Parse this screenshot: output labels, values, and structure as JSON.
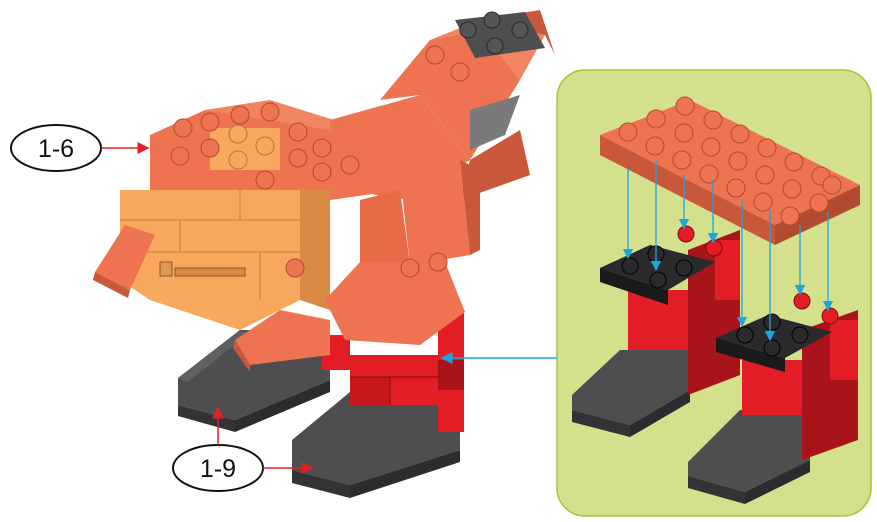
{
  "callouts": [
    {
      "label": "1-6",
      "target": "top-plate-layer"
    },
    {
      "label": "1-9",
      "target": "feet-bottom-layer"
    }
  ],
  "inset": {
    "description_icon": "assembly-detail-icon",
    "background_color": "#d4e08c",
    "border_color": "#a6c43a"
  },
  "colors": {
    "orange": "#ee7350",
    "orange_dark": "#c9573a",
    "light_orange": "#f7a85d",
    "light_orange_dark": "#d98944",
    "red": "#e31d25",
    "red_dark": "#a8141a",
    "dark_gray": "#4e4e50",
    "dark_gray_side": "#333335",
    "black_brick": "#2a2a2c",
    "arrow_red": "#e41e26",
    "arrow_blue": "#1aa7df"
  }
}
